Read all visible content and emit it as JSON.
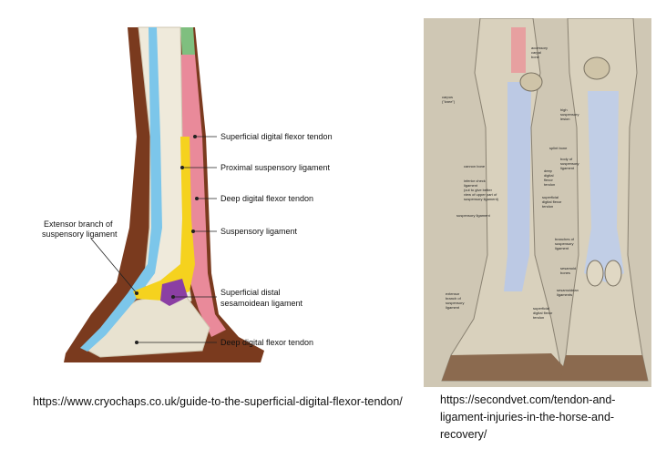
{
  "left_diagram": {
    "labels": {
      "superficial_digital_flexor_tendon": "Superficial digital flexor tendon",
      "proximal_suspensory_ligament": "Proximal suspensory ligament",
      "deep_digital_flexor_tendon_1": "Deep digital flexor tendon",
      "suspensory_ligament": "Suspensory ligament",
      "superficial_distal_sesamoidean_line1": "Superficial distal",
      "superficial_distal_sesamoidean_line2": "sesamoidean ligament",
      "deep_digital_flexor_tendon_2": "Deep digital flexor tendon",
      "extensor_branch_line1": "Extensor branch of",
      "extensor_branch_line2": "suspensory ligament"
    },
    "colors": {
      "bone": "#efeadb",
      "skin": "#7a3a1e",
      "extensor": "#7cc6ea",
      "suspensory": "#f5d21e",
      "flexor_pink": "#e98a9a",
      "sesamoidean": "#8b3fa3",
      "green": "#7fbf7f"
    }
  },
  "right_diagram": {
    "labels": {
      "accessory_carpal_bone": "accessory\ncarpal\nbone",
      "carpus": "carpus\n(\"knee\")",
      "high_suspensory_lesion": "high\nsuspensory\nlesion",
      "splint_bone": "splint bone",
      "body_of_suspensory": "body of\nsuspensory\nligament",
      "cannon_bone": "cannon bone",
      "inferior_check_ligament": "inferior check\nligament\n(cut to give better\nview of upper part of\nsuspensory ligament)",
      "deep_digital_flexor": "deep\ndigital\nflexor\ntendon",
      "superficial_digital_flexor": "superficial\ndigital flexor\ntendon",
      "suspensory_ligament": "suspensory ligament",
      "branches_of_suspensory": "branches of\nsuspensory\nligament",
      "sesamoid_bones": "sesamoid\nbones",
      "sesamoidean_ligaments": "sesamoidean\nligaments",
      "extensor_branch": "extensor\nbranch of\nsuspensory\nligament",
      "superficial_digital_flexor_2": "superficial\ndigital flexor\ntendon"
    }
  },
  "captions": {
    "left": "https://www.cryochaps.co.uk/guide-to-the-superficial-digital-flexor-tendon/",
    "right": "https://secondvet.com/tendon-and-ligament-injuries-in-the-horse-and-recovery/"
  }
}
